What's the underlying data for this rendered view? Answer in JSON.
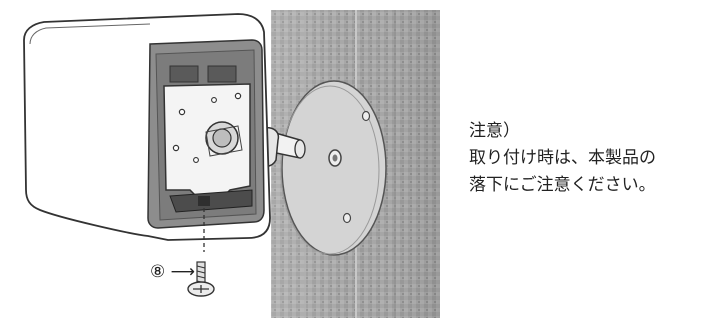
{
  "figure": {
    "part_number": "⑧",
    "arrow_glyph": "⟶"
  },
  "caution": {
    "heading": "注意）",
    "line1": "取り付け時は、本製品の",
    "line2": "落下にご注意ください。"
  },
  "colors": {
    "ink": "#222222",
    "wall": "#a8a8a8",
    "device_outer": "#ffffff",
    "device_inner": "#8c8c8c",
    "plate": "#d2d2d2"
  }
}
